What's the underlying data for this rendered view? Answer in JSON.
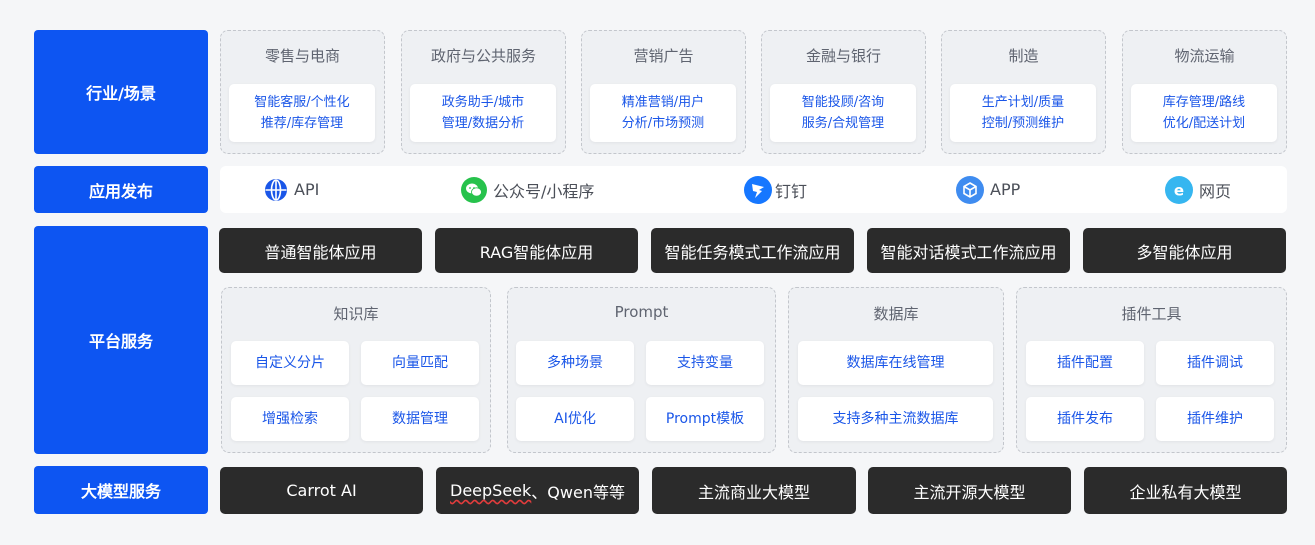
{
  "rows": {
    "industry": "行业/场景",
    "release": "应用发布",
    "platform": "平台服务",
    "model": "大模型服务"
  },
  "industries": [
    {
      "title": "零售与电商",
      "line1": "智能客服/个性化",
      "line2": "推荐/库存管理"
    },
    {
      "title": "政府与公共服务",
      "line1": "政务助手/城市",
      "line2": "管理/数据分析"
    },
    {
      "title": "营销广告",
      "line1": "精准营销/用户",
      "line2": "分析/市场预测"
    },
    {
      "title": "金融与银行",
      "line1": "智能投顾/咨询",
      "line2": "服务/合规管理"
    },
    {
      "title": "制造",
      "line1": "生产计划/质量",
      "line2": "控制/预测维护"
    },
    {
      "title": "物流运输",
      "line1": "库存管理/路线",
      "line2": "优化/配送计划"
    }
  ],
  "release_channels": [
    {
      "label": "API",
      "icon": "globe-icon",
      "color": "#1a56e8"
    },
    {
      "label": "公众号/小程序",
      "icon": "wechat-icon",
      "color": "#27c24c"
    },
    {
      "label": "钉钉",
      "icon": "dingtalk-icon",
      "color": "#1677ff"
    },
    {
      "label": "APP",
      "icon": "cube-icon",
      "color": "#3f8cf0"
    },
    {
      "label": "网页",
      "icon": "browser-icon",
      "color": "#36b6f0"
    }
  ],
  "app_types": [
    "普通智能体应用",
    "RAG智能体应用",
    "智能任务模式工作流应用",
    "智能对话模式工作流应用",
    "多智能体应用"
  ],
  "platform_groups": {
    "knowledge": {
      "title": "知识库",
      "items": [
        "自定义分片",
        "向量匹配",
        "增强检索",
        "数据管理"
      ]
    },
    "prompt": {
      "title": "Prompt",
      "items": [
        "多种场景",
        "支持变量",
        "AI优化",
        "Prompt模板"
      ]
    },
    "database": {
      "title": "数据库",
      "items": [
        "数据库在线管理",
        "支持多种主流数据库"
      ]
    },
    "plugins": {
      "title": "插件工具",
      "items": [
        "插件配置",
        "插件调试",
        "插件发布",
        "插件维护"
      ]
    }
  },
  "models": [
    "Carrot AI",
    "DeepSeek、Qwen等等",
    "主流商业大模型",
    "主流开源大模型",
    "企业私有大模型"
  ],
  "models_parts": {
    "deepseek": "DeepSeek",
    "rest": "、Qwen等等"
  }
}
